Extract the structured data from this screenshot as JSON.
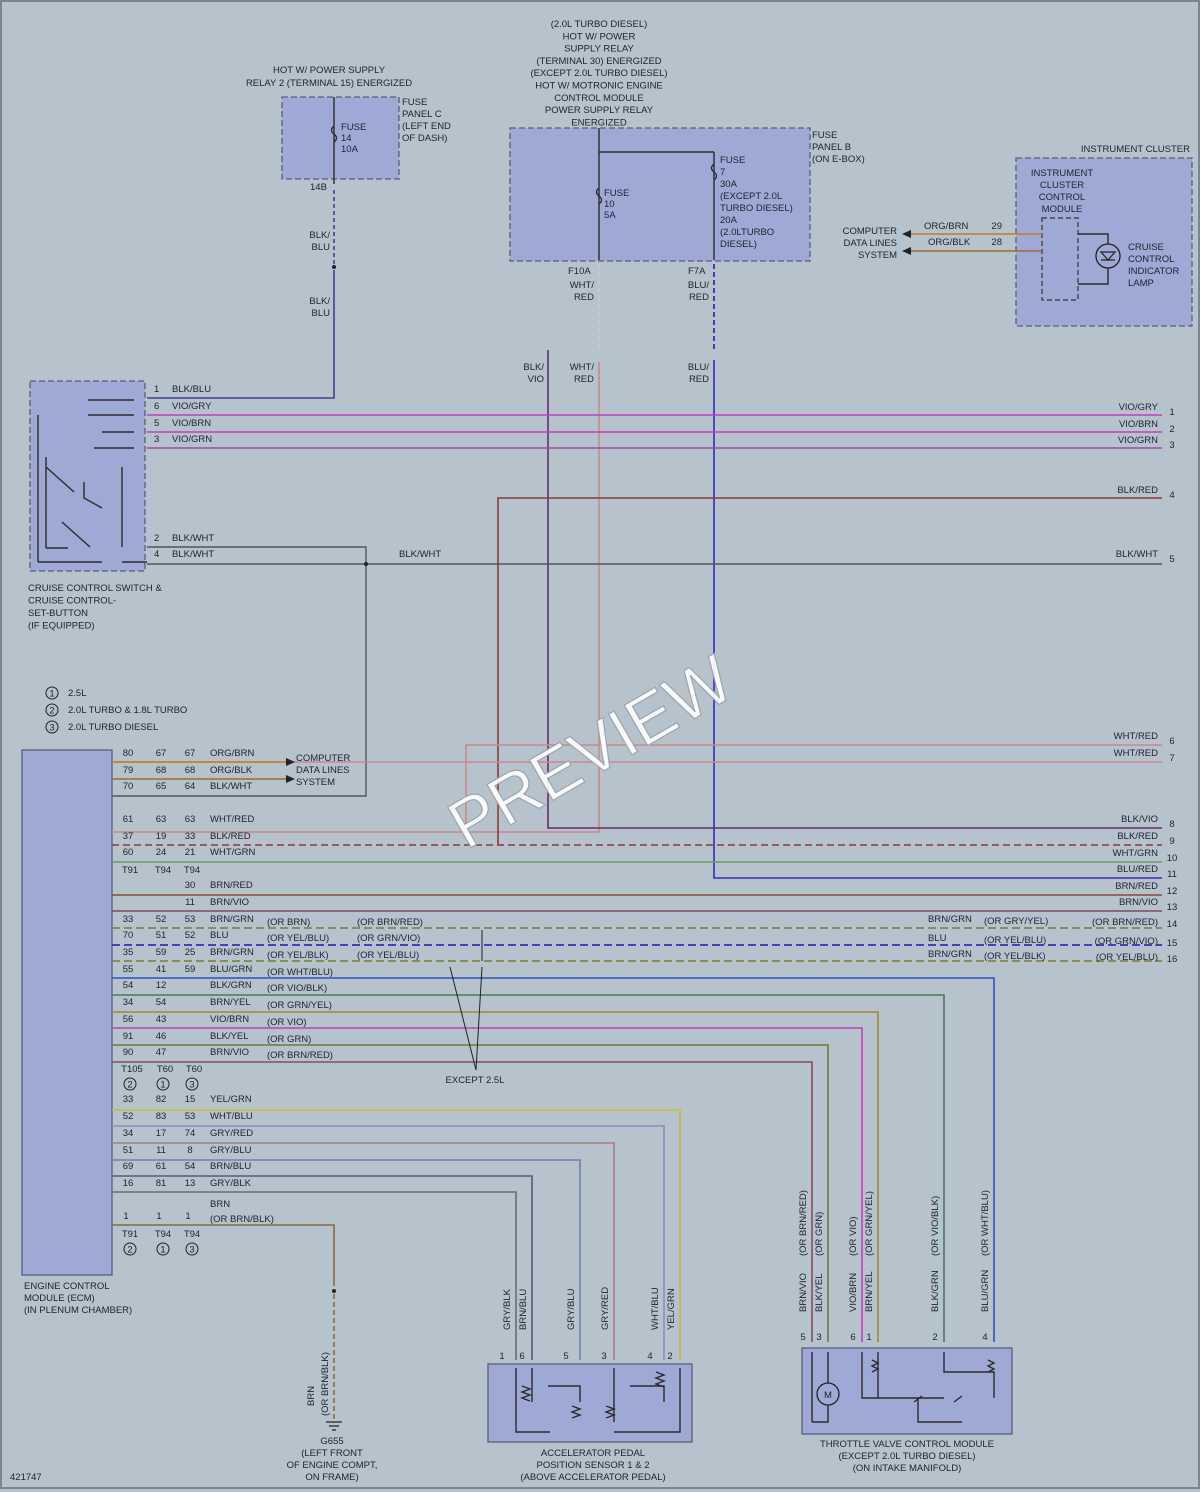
{
  "colors": {
    "background": "#b6c2cc",
    "module_fill": "#9fa9d6",
    "VIO": "#c040c0",
    "BLK_RED": "#8a3a3a",
    "BLK_WHT": "#555555",
    "WHT_RED": "#c88a8a",
    "BLU": "#3030c0",
    "BRN": "#8a5a3a",
    "GRN": "#4a8a4a",
    "YEL": "#c8c030",
    "ORG": "#c87a20",
    "GRY": "#8080a0",
    "BLK_BLU": "#404090"
  },
  "top": {
    "hot_relay2": [
      "HOT W/ POWER SUPPLY",
      "RELAY 2 (TERMINAL 15) ENERGIZED"
    ],
    "fuse_panel_c": [
      "FUSE",
      "PANEL C",
      "(LEFT END",
      "OF DASH)"
    ],
    "fuse14": [
      "FUSE",
      "14",
      "10A"
    ],
    "term_14b": "14B",
    "blk_blu": [
      "BLK/",
      "BLU"
    ],
    "hot_fuse_b": [
      "(2.0L TURBO DIESEL)",
      "HOT W/ POWER",
      "SUPPLY RELAY",
      "(TERMINAL 30) ENERGIZED",
      "(EXCEPT 2.0L TURBO DIESEL)",
      "HOT W/ MOTRONIC ENGINE",
      "CONTROL MODULE",
      "POWER SUPPLY RELAY",
      "ENERGIZED"
    ],
    "fuse_panel_b": [
      "FUSE",
      "PANEL B",
      "(ON E-BOX)"
    ],
    "fuse10": [
      "FUSE",
      "10",
      "5A"
    ],
    "fuse7": [
      "FUSE",
      "7",
      "30A",
      "(EXCEPT 2.0L",
      "TURBO DIESEL)",
      "20A",
      "(2.0LTURBO",
      "DIESEL)"
    ],
    "term_f10a": "F10A",
    "term_f7a": "F7A",
    "wht_red": [
      "WHT/",
      "RED"
    ],
    "blu_red": [
      "BLU/",
      "RED"
    ],
    "blk_vio": [
      "BLK/",
      "VIO"
    ]
  },
  "cluster": {
    "title": "INSTRUMENT CLUSTER",
    "module": [
      "INSTRUMENT",
      "CLUSTER",
      "CONTROL",
      "MODULE"
    ],
    "lamp": [
      "CRUISE",
      "CONTROL",
      "INDICATOR",
      "LAMP"
    ],
    "computer": [
      "COMPUTER",
      "DATA LINES",
      "SYSTEM"
    ],
    "wire1": "ORG/BRN",
    "pin1": "29",
    "wire2": "ORG/BLK",
    "pin2": "28"
  },
  "switch": {
    "label": [
      "CRUISE CONTROL SWITCH &",
      "CRUISE CONTROL-",
      "SET-BUTTON",
      "(IF EQUIPPED)"
    ],
    "pins": [
      {
        "pin": "1",
        "wire": "BLK/BLU"
      },
      {
        "pin": "6",
        "wire": "VIO/GRY"
      },
      {
        "pin": "5",
        "wire": "VIO/BRN"
      },
      {
        "pin": "3",
        "wire": "VIO/GRN"
      },
      {
        "pin": "2",
        "wire": "BLK/WHT"
      },
      {
        "pin": "4",
        "wire": "BLK/WHT"
      }
    ],
    "mid_label": "BLK/WHT"
  },
  "right_refs": [
    {
      "wire": "VIO/GRY",
      "n": "1"
    },
    {
      "wire": "VIO/BRN",
      "n": "2"
    },
    {
      "wire": "VIO/GRN",
      "n": "3"
    },
    {
      "wire": "BLK/RED",
      "n": "4"
    },
    {
      "wire": "BLK/WHT",
      "n": "5"
    },
    {
      "wire": "WHT/RED",
      "n": "6"
    },
    {
      "wire": "WHT/RED",
      "n": "7"
    },
    {
      "wire": "BLK/VIO",
      "n": "8"
    },
    {
      "wire": "BLK/RED",
      "n": "9"
    },
    {
      "wire": "WHT/GRN",
      "n": "10"
    },
    {
      "wire": "BLU/RED",
      "n": "11"
    },
    {
      "wire": "BRN/RED",
      "n": "12"
    },
    {
      "wire": "BRN/VIO",
      "n": "13"
    },
    {
      "wire": "BRN/GRN",
      "alt1": "(OR GRY/YEL)",
      "alt2": "(OR BRN/RED)",
      "n": "14"
    },
    {
      "wire": "BLU",
      "alt1": "(OR YEL/BLU)",
      "alt2": "(OR GRN/VIO)",
      "n": "15"
    },
    {
      "wire": "BRN/GRN",
      "alt1": "(OR YEL/BLK)",
      "alt2": "(OR YEL/BLU)",
      "n": "16"
    }
  ],
  "legend": [
    {
      "n": "1",
      "text": "2.5L"
    },
    {
      "n": "2",
      "text": "2.0L TURBO & 1.8L TURBO"
    },
    {
      "n": "3",
      "text": "2.0L TURBO DIESEL"
    }
  ],
  "ecm": {
    "label": [
      "ENGINE CONTROL",
      "MODULE (ECM)",
      "(IN PLENUM CHAMBER)"
    ],
    "computer": [
      "COMPUTER",
      "DATA LINES",
      "SYSTEM"
    ],
    "rows": [
      {
        "p": [
          "80",
          "67",
          "67"
        ],
        "wire": "ORG/BRN"
      },
      {
        "p": [
          "79",
          "68",
          "68"
        ],
        "wire": "ORG/BLK"
      },
      {
        "p": [
          "70",
          "65",
          "64"
        ],
        "wire": "BLK/WHT"
      },
      {
        "p": [
          "61",
          "63",
          "63"
        ],
        "wire": "WHT/RED"
      },
      {
        "p": [
          "37",
          "19",
          "33"
        ],
        "wire": "BLK/RED"
      },
      {
        "p": [
          "60",
          "24",
          "21"
        ],
        "wire": "WHT/GRN"
      },
      {
        "p": [
          "",
          "",
          "30"
        ],
        "wire": "BRN/RED"
      },
      {
        "p": [
          "",
          "",
          "11"
        ],
        "wire": "BRN/VIO"
      },
      {
        "p": [
          "33",
          "52",
          "53"
        ],
        "wire": "BRN/GRN",
        "alt": "(OR BRN)",
        "alt2": "(OR BRN/RED)"
      },
      {
        "p": [
          "70",
          "51",
          "52"
        ],
        "wire": "BLU",
        "alt": "(OR YEL/BLU)",
        "alt2": "(OR GRN/VIO)"
      },
      {
        "p": [
          "35",
          "59",
          "25"
        ],
        "wire": "BRN/GRN",
        "alt": "(OR YEL/BLK)",
        "alt2": "(OR YEL/BLU)"
      },
      {
        "p": [
          "55",
          "41",
          "59"
        ],
        "wire": "BLU/GRN",
        "alt": "(OR WHT/BLU)"
      },
      {
        "p": [
          "54",
          "12",
          ""
        ],
        "wire": "BLK/GRN",
        "alt": "(OR VIO/BLK)"
      },
      {
        "p": [
          "34",
          "54",
          ""
        ],
        "wire": "BRN/YEL",
        "alt": "(OR GRN/YEL)"
      },
      {
        "p": [
          "56",
          "43",
          ""
        ],
        "wire": "VIO/BRN",
        "alt": "(OR VIO)"
      },
      {
        "p": [
          "91",
          "46",
          ""
        ],
        "wire": "BLK/YEL",
        "alt": "(OR GRN)"
      },
      {
        "p": [
          "90",
          "47",
          ""
        ],
        "wire": "BRN/VIO",
        "alt": "(OR BRN/RED)"
      },
      {
        "p": [
          "33",
          "82",
          "15"
        ],
        "wire": "YEL/GRN"
      },
      {
        "p": [
          "52",
          "83",
          "53"
        ],
        "wire": "WHT/BLU"
      },
      {
        "p": [
          "34",
          "17",
          "74"
        ],
        "wire": "GRY/RED"
      },
      {
        "p": [
          "51",
          "11",
          "8"
        ],
        "wire": "GRY/BLU"
      },
      {
        "p": [
          "69",
          "61",
          "54"
        ],
        "wire": "BRN/BLU"
      },
      {
        "p": [
          "16",
          "81",
          "13"
        ],
        "wire": "GRY/BLK"
      }
    ],
    "conn_a": [
      "T91",
      "T94",
      "T94"
    ],
    "conn_b": [
      "T105",
      "T60",
      "T60"
    ],
    "conn_b_num": [
      "2",
      "1",
      "3"
    ],
    "brn": "BRN",
    "brn_alt": "(OR BRN/BLK)",
    "gnd_pins": [
      "1",
      "1",
      "1"
    ],
    "conn_c": [
      "T91",
      "T94",
      "T94"
    ],
    "conn_c_num": [
      "2",
      "1",
      "3"
    ]
  },
  "except": "EXCEPT 2.5L",
  "ground": {
    "wire": "BRN",
    "alt": "(OR BRN/BLK)",
    "label": [
      "G655",
      "(LEFT FRONT",
      "OF ENGINE COMPT,",
      "ON FRAME)"
    ]
  },
  "pedal": {
    "label": [
      "ACCELERATOR PEDAL",
      "POSITION SENSOR 1 & 2",
      "(ABOVE ACCELERATOR PEDAL)"
    ],
    "wires": [
      {
        "wire": "GRY/BLK",
        "pin": "1"
      },
      {
        "wire": "BRN/BLU",
        "pin": "6"
      },
      {
        "wire": "GRY/BLU",
        "pin": "5"
      },
      {
        "wire": "GRY/RED",
        "pin": "3"
      },
      {
        "wire": "WHT/BLU",
        "pin": "4"
      },
      {
        "wire": "YEL/GRN",
        "pin": "2"
      }
    ]
  },
  "throttle": {
    "label": [
      "THROTTLE VALVE CONTROL MODULE",
      "(EXCEPT 2.0L TURBO DIESEL)",
      "(ON INTAKE MANIFOLD)"
    ],
    "motor": "M",
    "wires": [
      {
        "wire": "BRN/VIO",
        "alt": "(OR BRN/RED)",
        "pin": "5"
      },
      {
        "wire": "BLK/YEL",
        "alt": "(OR GRN)",
        "pin": "3"
      },
      {
        "wire": "VIO/BRN",
        "alt": "(OR VIO)",
        "pin": "6"
      },
      {
        "wire": "BRN/YEL",
        "alt": "(OR GRN/YEL)",
        "pin": "1"
      },
      {
        "wire": "BLK/GRN",
        "alt": "(OR VIO/BLK)",
        "pin": "2"
      },
      {
        "wire": "BLU/GRN",
        "alt": "(OR WHT/BLU)",
        "pin": "4"
      }
    ]
  },
  "watermark": "PREVIEW",
  "figure_id": "421747"
}
